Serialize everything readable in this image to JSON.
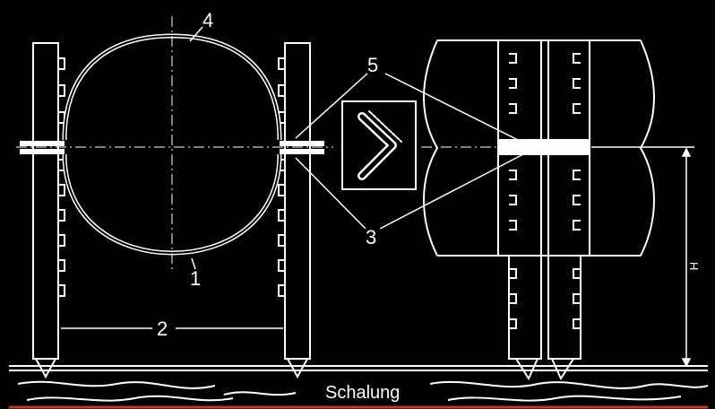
{
  "labels": {
    "part_1": "1",
    "part_2": "2",
    "part_3": "3",
    "part_4": "4",
    "part_5": "5",
    "height": "H",
    "formwork": "Schalung"
  },
  "colors": {
    "background": "#000000",
    "line": "#ffffff",
    "ground_accent": "#c0392b"
  }
}
